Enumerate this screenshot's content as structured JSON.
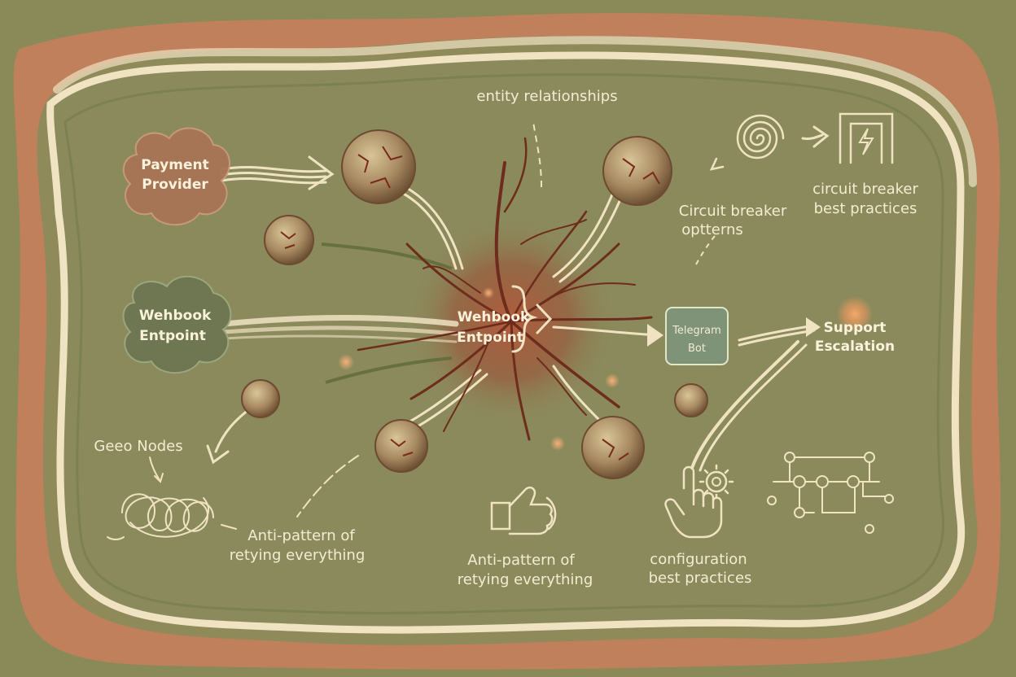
{
  "nodes": {
    "payment_provider": [
      "Payment",
      "Provider"
    ],
    "webhook_endpoint_left": [
      "Wehbook",
      "Entpoint"
    ],
    "webhook_endpoint_center": [
      "Wehbook",
      "Entpoint"
    ],
    "telegram_bot": [
      "Telegram",
      "Bot"
    ],
    "support_escalation": [
      "Support",
      "Escalation"
    ]
  },
  "annotations": {
    "entity_relationships": "entity relationships",
    "circuit_breaker_patterns": [
      "Circuit breaker",
      "optterns"
    ],
    "circuit_breaker_best_practices": [
      "circuit breaker",
      "best practices"
    ],
    "geeo_nodes": "Geeo Nodes",
    "anti_pattern_left": [
      "Anti-pattern of",
      "retying everything"
    ],
    "anti_pattern_center": [
      "Anti-pattern of",
      "retying everything"
    ],
    "configuration_best_practices": [
      "configuration",
      "best practices"
    ]
  },
  "colors": {
    "background_olive": "#8b8a5c",
    "terracotta": "#c0805c",
    "cream_stroke": "#efe3c2",
    "root_brown": "#6e2c1c",
    "payment_cloud": "#a87455",
    "webhook_cloud": "#6f7752",
    "telegram_box": "#7f9378",
    "support_glow": "#e8965d"
  },
  "icons": [
    "spiral-icon",
    "arrow-right-icon",
    "lightning-box-icon",
    "tangle-icon",
    "thumbs-up-icon",
    "hand-gear-icon",
    "circuit-network-icon"
  ]
}
